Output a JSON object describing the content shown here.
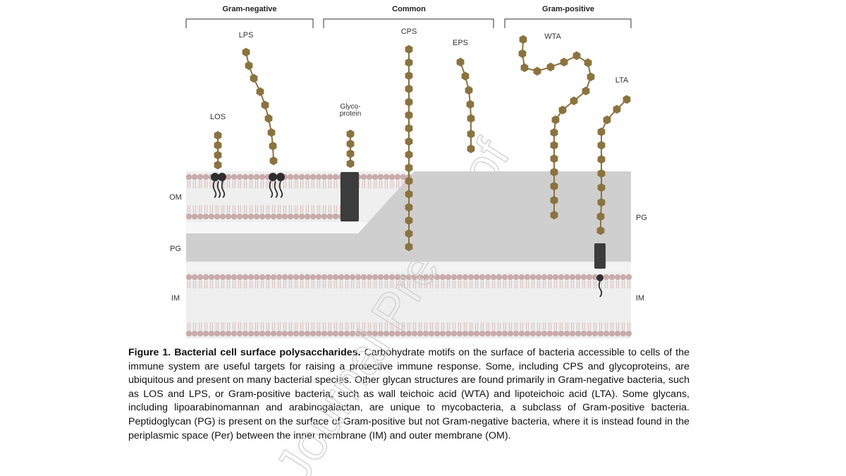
{
  "figure": {
    "headers": {
      "gram_negative": "Gram-negative",
      "common": "Common",
      "gram_positive": "Gram-positive"
    },
    "labels": {
      "lps": "LPS",
      "los": "LOS",
      "glyco_line1": "Glyco-",
      "glyco_line2": "protein",
      "cps": "CPS",
      "eps": "EPS",
      "wta": "WTA",
      "lta": "LTA",
      "om": "OM",
      "pg_left": "PG",
      "im_left": "IM",
      "pg_right": "PG",
      "im_right": "IM"
    },
    "colors": {
      "sugar": "#8b7340",
      "lipid_head": "#c9abab",
      "lipid_tail": "#dcc5c5",
      "membrane_bg": "#efefef",
      "peptidoglycan": "#cfcfcf",
      "protein": "#3c3c3c"
    }
  },
  "caption": {
    "title": "Figure 1. Bacterial cell surface polysaccharides.",
    "body": "Carbohydrate motifs on the surface of bacteria accessible to cells of the immune system are useful targets for raising a protective immune response. Some, including CPS and glycoproteins, are ubiquitous and present on many bacterial species. Other glycan structures are found primarily in Gram-negative bacteria, such as LOS and LPS, or Gram-positive bacteria, such as wall teichoic acid (WTA) and lipoteichoic acid (LTA). Some glycans, including lipoarabinomannan and arabinogalactan, are unique to mycobacteria, a subclass of Gram-positive bacteria. Peptidoglycan (PG) is present on the surface of Gram-positive but not Gram-negative bacteria, where it is instead found in the periplasmic space (Per) between the inner membrane (IM) and outer membrane (OM)."
  },
  "watermark": "Journal Pre-proof"
}
